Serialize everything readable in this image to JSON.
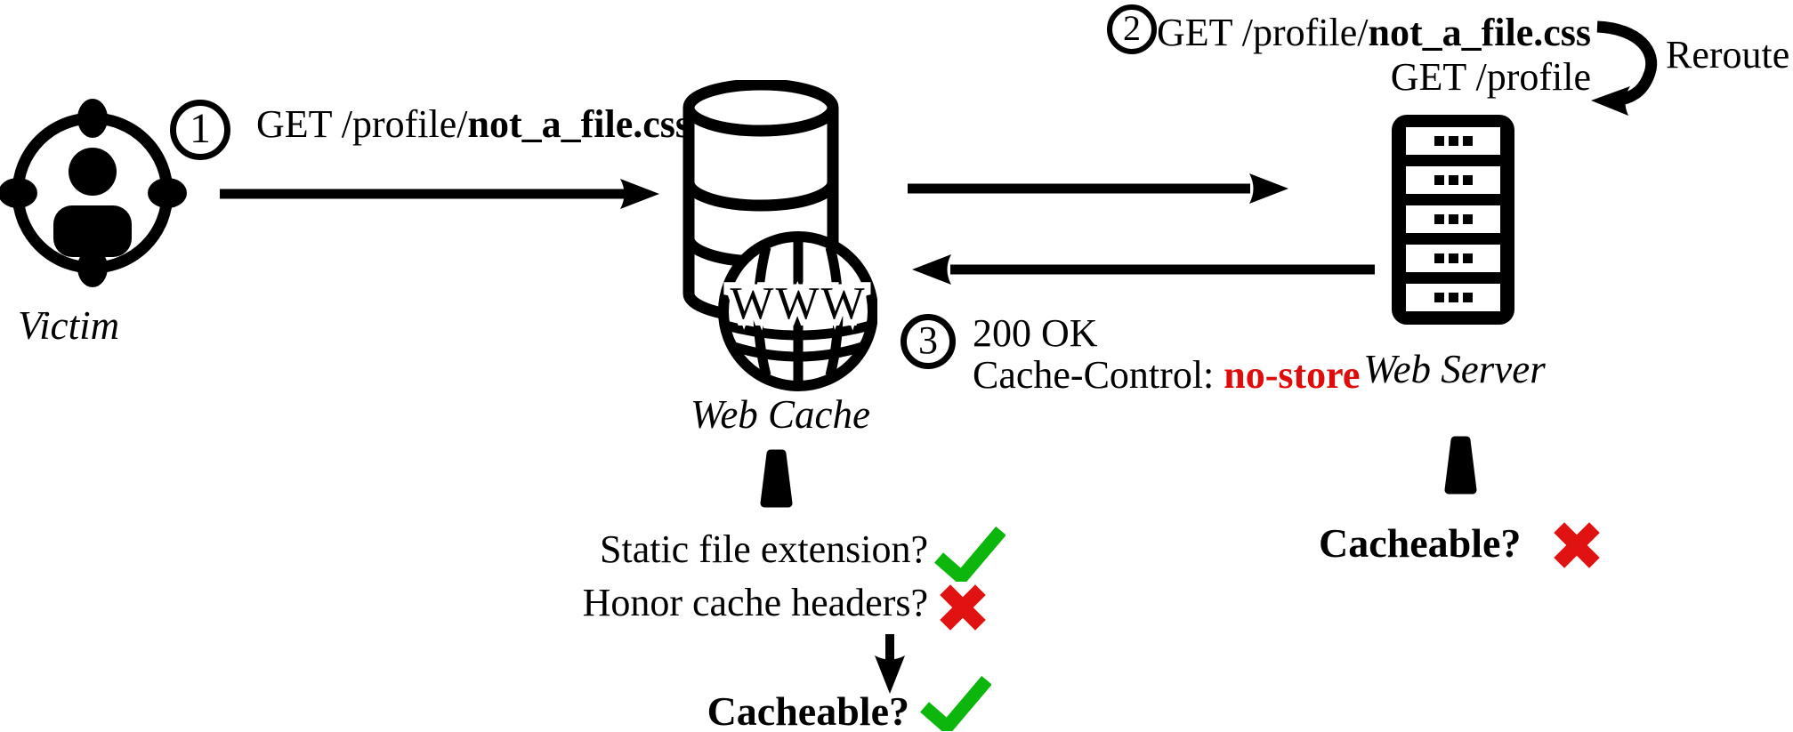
{
  "colors": {
    "black": "#000000",
    "red": "#e00b0b",
    "green": "#0cb60c"
  },
  "icons": {
    "victim": "person-in-crosshair-target",
    "web_cache": "database-cylinder-with-www-globe",
    "web_server": "server-rack",
    "yes": "green-check",
    "no": "red-cross"
  },
  "victim": {
    "label": "Victim"
  },
  "web_cache": {
    "label": "Web Cache",
    "globe_text": "WWW"
  },
  "web_server": {
    "label": "Web Server"
  },
  "step1": {
    "number": "1",
    "request_prefix": "GET /profile/",
    "request_file_bold": "not_a_file.css"
  },
  "step2": {
    "number": "2",
    "request_prefix": "GET /profile/",
    "request_file_bold": "not_a_file.css",
    "rerouted_request": "GET /profile",
    "reroute_label": "Reroute"
  },
  "step3": {
    "number": "3",
    "status_line": "200 OK",
    "header_prefix": "Cache-Control: ",
    "header_value_red": "no-store"
  },
  "cache_decision": {
    "question1": "Static file extension?",
    "result1": "yes",
    "question2": "Honor cache headers?",
    "result2": "no",
    "conclusion": "Cacheable?",
    "conclusion_result": "yes"
  },
  "server_decision": {
    "conclusion": "Cacheable?",
    "conclusion_result": "no"
  }
}
